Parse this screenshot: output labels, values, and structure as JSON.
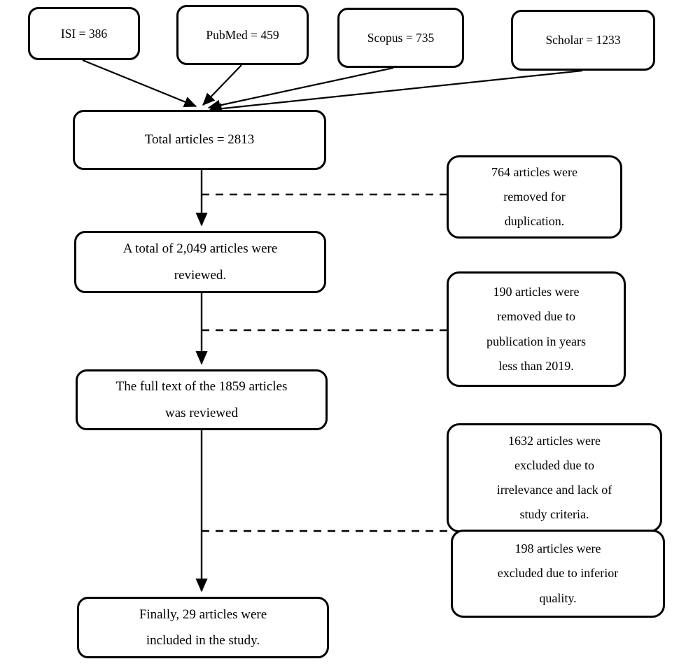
{
  "diagram": {
    "type": "prisma-flow-diagram",
    "title": "Study selection flow diagram",
    "stroke_color": "#000000",
    "fill_color": "#ffffff",
    "sources": [
      {
        "id": "isi",
        "label": "ISI = 386",
        "lines": [
          "ISI = 386"
        ],
        "database": "ISI",
        "count": 386
      },
      {
        "id": "pubmed",
        "label": "PubMed = 459",
        "lines": [
          "PubMed = 459"
        ],
        "database": "PubMed",
        "count": 459
      },
      {
        "id": "scopus",
        "label": "Scopus = 735",
        "lines": [
          "Scopus = 735"
        ],
        "database": "Scopus",
        "count": 735
      },
      {
        "id": "scholar",
        "label": "Scholar = 1233",
        "lines": [
          "Scholar = 1233"
        ],
        "database": "Scholar",
        "count": 1233
      }
    ],
    "main_steps": [
      {
        "id": "total",
        "lines": [
          "Total articles = 2813"
        ],
        "count": 2813
      },
      {
        "id": "reviewed",
        "lines": [
          "A total of 2,049 articles were",
          "reviewed."
        ],
        "count": 2049
      },
      {
        "id": "fulltext",
        "lines": [
          "The full text of the 1859 articles",
          "was reviewed"
        ],
        "count": 1859
      },
      {
        "id": "included",
        "lines": [
          "Finally, 29 articles were",
          "included in the study."
        ],
        "count": 29
      }
    ],
    "exclusions": [
      {
        "id": "duplication",
        "lines": [
          "764 articles were",
          "removed for",
          "duplication."
        ],
        "count": 764
      },
      {
        "id": "old-years",
        "lines": [
          "190 articles were",
          "removed due to",
          "publication in years",
          "less than 2019."
        ],
        "count": 190
      },
      {
        "id": "irrelevance",
        "lines": [
          "1632 articles were",
          "excluded due to",
          "irrelevance and lack of",
          "study criteria."
        ],
        "count": 1632
      },
      {
        "id": "low-quality",
        "lines": [
          "198 articles were",
          "excluded due to inferior",
          "quality."
        ],
        "count": 198
      }
    ]
  }
}
